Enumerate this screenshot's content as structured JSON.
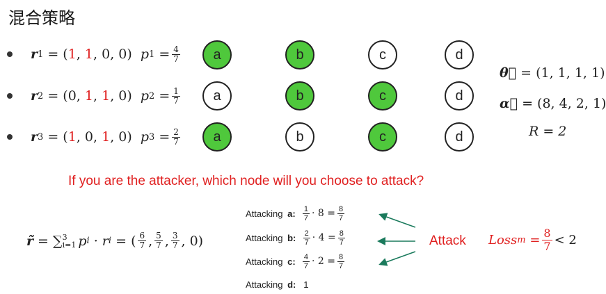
{
  "title": "混合策略",
  "rows": [
    {
      "r_sub": "1",
      "vec": [
        "1",
        "1",
        "0",
        "0"
      ],
      "red": [
        true,
        true,
        false,
        false
      ],
      "p_sub": "1",
      "p_num": "4",
      "p_den": "7",
      "nodes": [
        true,
        true,
        false,
        false
      ]
    },
    {
      "r_sub": "2",
      "vec": [
        "0",
        "1",
        "1",
        "0"
      ],
      "red": [
        false,
        true,
        true,
        false
      ],
      "p_sub": "2",
      "p_num": "1",
      "p_den": "7",
      "nodes": [
        false,
        true,
        true,
        false
      ]
    },
    {
      "r_sub": "3",
      "vec": [
        "1",
        "0",
        "1",
        "0"
      ],
      "red": [
        true,
        false,
        true,
        false
      ],
      "p_sub": "3",
      "p_num": "2",
      "p_den": "7",
      "nodes": [
        true,
        false,
        true,
        false
      ]
    }
  ],
  "node_labels": [
    "a",
    "b",
    "c",
    "d"
  ],
  "theta": "= (1, 1, 1, 1)",
  "alpha": "= (8, 4, 2, 1)",
  "R": "R = 2",
  "question": "If you are the attacker, which node will you choose to attack?",
  "r_tilde": {
    "sum_text": "∑",
    "sup": "3",
    "sub": "i=1",
    "mid": "p",
    "tail_open": "= (",
    "fracs": [
      [
        "6",
        "7"
      ],
      [
        "5",
        "7"
      ],
      [
        "3",
        "7"
      ]
    ],
    "tail_close": ", 0)"
  },
  "attacks": [
    {
      "label": "Attacking",
      "node": "a:",
      "f1": [
        "1",
        "7"
      ],
      "op": "· 8 =",
      "f2": [
        "8",
        "7"
      ]
    },
    {
      "label": "Attacking",
      "node": "b:",
      "f1": [
        "2",
        "7"
      ],
      "op": "· 4 =",
      "f2": [
        "8",
        "7"
      ]
    },
    {
      "label": "Attacking",
      "node": "c:",
      "f1": [
        "4",
        "7"
      ],
      "op": "· 2 =",
      "f2": [
        "8",
        "7"
      ]
    },
    {
      "label": "Attacking",
      "node": "d:",
      "value": "1"
    }
  ],
  "attack_word": "Attack",
  "loss": {
    "name": "Loss",
    "sub": "m",
    "eq": "=",
    "num": "8",
    "den": "7",
    "tail": "< 2"
  },
  "colors": {
    "node_on": "#4fc83c",
    "accent": "#e02020",
    "arrow": "#1a7a5c"
  }
}
